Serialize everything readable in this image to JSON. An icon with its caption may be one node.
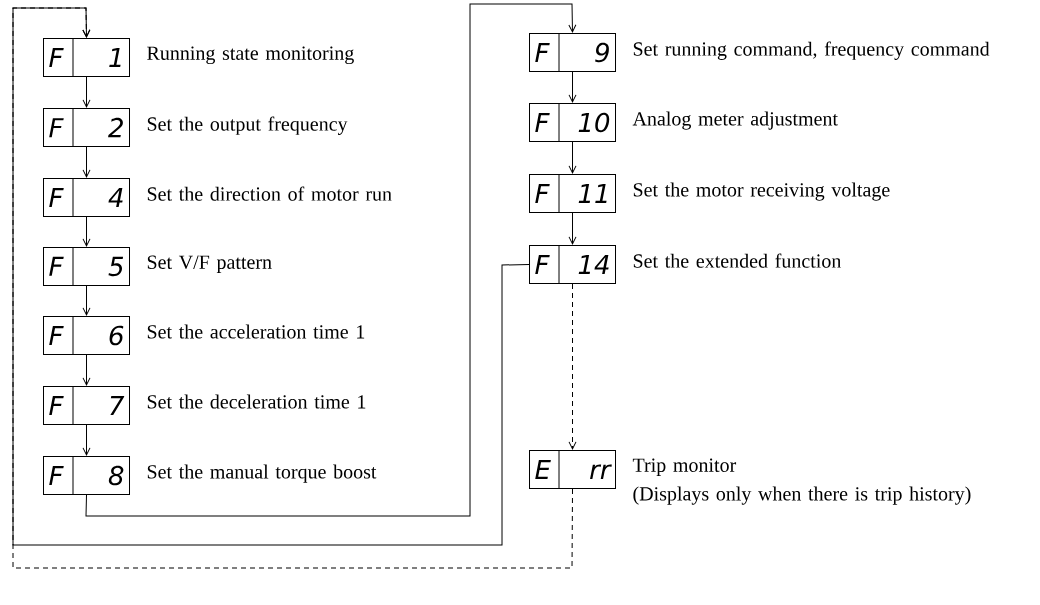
{
  "diagram": {
    "nodes": [
      {
        "text": [
          "F",
          "1"
        ],
        "beside": [
          "Running state monitoring"
        ]
      },
      {
        "text": [
          "F",
          "2"
        ],
        "beside": [
          "Set the output frequency"
        ]
      },
      {
        "text": [
          "F",
          "4"
        ],
        "beside": [
          "Set the direction of motor run"
        ]
      },
      {
        "text": [
          "F",
          "5"
        ],
        "beside": [
          "Set V/F pattern"
        ]
      },
      {
        "text": [
          "F",
          "6"
        ],
        "beside": [
          "Set the acceleration time 1"
        ]
      },
      {
        "text": [
          "F",
          "7"
        ],
        "beside": [
          "Set the deceleration time 1"
        ]
      },
      {
        "text": [
          "F",
          "8"
        ],
        "beside": [
          "Set the manual torque boost"
        ]
      },
      {
        "text": [
          "F",
          "9"
        ],
        "beside": [
          "Set running command, frequency command"
        ]
      },
      {
        "text": [
          "F",
          "10"
        ],
        "beside": [
          "Analog meter adjustment"
        ]
      },
      {
        "text": [
          "F",
          "11"
        ],
        "beside": [
          "Set the motor receiving voltage"
        ]
      },
      {
        "text": [
          "F",
          "14"
        ],
        "beside": [
          "Set the extended function"
        ]
      },
      {
        "text": [
          "E",
          "rr"
        ],
        "beside": [
          "Trip monitor",
          "(Displays only when there is trip history)"
        ]
      }
    ],
    "edges": [
      {
        "from": 0,
        "to": 1,
        "arrow": "to"
      },
      {
        "from": 1,
        "to": 2,
        "arrow": "to"
      },
      {
        "from": 2,
        "to": 3,
        "arrow": "to"
      },
      {
        "from": 3,
        "to": 4,
        "arrow": "to"
      },
      {
        "from": 4,
        "to": 5,
        "arrow": "to"
      },
      {
        "from": 5,
        "to": 6,
        "arrow": "to"
      },
      {
        "from": 6,
        "to": 7,
        "arrow": "to"
      },
      {
        "from": 7,
        "to": 8,
        "arrow": "to"
      },
      {
        "from": 8,
        "to": 9,
        "arrow": "to"
      },
      {
        "from": 9,
        "to": 10,
        "arrow": "to"
      },
      {
        "from": 10,
        "to": 11,
        "arrow": "to",
        "style": "dashed"
      },
      {
        "from": 10,
        "to": 0,
        "arrow": "to"
      },
      {
        "from": 11,
        "to": 0,
        "arrow": "to",
        "style": "dashed"
      }
    ]
  }
}
